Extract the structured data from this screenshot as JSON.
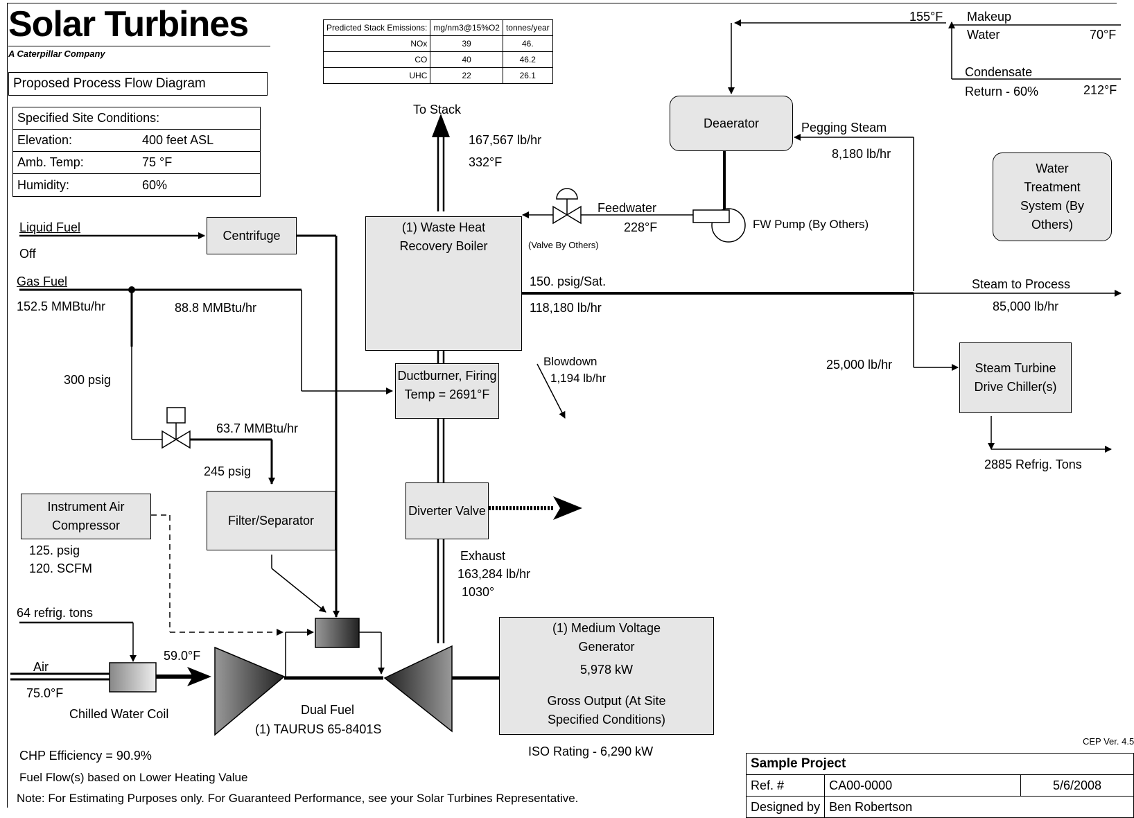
{
  "header": {
    "logo_main": "Solar Turbines",
    "logo_sub": "A Caterpillar Company",
    "diagram_title": "Proposed Process Flow Diagram"
  },
  "emissions": {
    "col1": "Predicted Stack Emissions:",
    "col2": "mg/nm3@15%O2",
    "col3": "tonnes/year",
    "rows": [
      {
        "pollutant": "NOx",
        "mg": "39",
        "tonnes": "46."
      },
      {
        "pollutant": "CO",
        "mg": "40",
        "tonnes": "46.2"
      },
      {
        "pollutant": "UHC",
        "mg": "22",
        "tonnes": "26.1"
      }
    ]
  },
  "site": {
    "title": "Specified Site Conditions:",
    "elevation_label": "Elevation:",
    "elevation_value": "400 feet ASL",
    "temp_label": "Amb. Temp:",
    "temp_value": "75 °F",
    "humidity_label": "Humidity:",
    "humidity_value": "60%"
  },
  "labels": {
    "to_stack": "To Stack",
    "stack_flow": "167,567 lb/hr",
    "stack_temp": "332°F",
    "makeup_temp": "155°F",
    "makeup": "Makeup",
    "water": "Water",
    "water_temp": "70°F",
    "condensate": "Condensate",
    "return": "Return - 60%",
    "return_temp": "212°F",
    "pegging_steam": "Pegging Steam",
    "pegging_flow": "8,180 lb/hr",
    "feedwater": "Feedwater",
    "feedwater_temp": "228°F",
    "valve_by_others": "(Valve By Others)",
    "fw_pump": "FW Pump (By Others)",
    "steam_cond": "150. psig/Sat.",
    "steam_flow": "118,180 lb/hr",
    "steam_to_process": "Steam to Process",
    "process_flow": "85,000 lb/hr",
    "blowdown": "Blowdown",
    "blowdown_flow": "1,194 lb/hr",
    "chiller_steam": "25,000 lb/hr",
    "refrig_tons": "2885 Refrig. Tons",
    "liquid_fuel": "Liquid Fuel",
    "liquid_status": "Off",
    "gas_fuel": "Gas Fuel",
    "gas_flow": "152.5 MMBtu/hr",
    "duct_fuel": "88.8 MMBtu/hr",
    "gas_pressure": "300 psig",
    "turbine_fuel": "63.7 MMBtu/hr",
    "fuel_pressure": "245 psig",
    "air_pressure": "125. psig",
    "air_flow": "120. SCFM",
    "coil_refrig": "64 refrig. tons",
    "air": "Air",
    "air_temp_in": "75.0°F",
    "air_temp_out": "59.0°F",
    "chilled_coil": "Chilled Water Coil",
    "dual_fuel": "Dual Fuel",
    "turbine_model": "(1) TAURUS 65-8401S",
    "exhaust": "Exhaust",
    "exhaust_flow": "163,284 lb/hr",
    "exhaust_temp": "1030°",
    "iso_rating": "ISO Rating - 6,290 kW",
    "chp_eff": "CHP Efficiency = 90.9%",
    "fuel_basis": "Fuel Flow(s) based on Lower Heating Value",
    "note": "Note:  For Estimating Purposes only.  For Guaranteed Performance, see your Solar Turbines Representative.",
    "version": "CEP Ver. 4.5"
  },
  "boxes": {
    "deaerator": "Deaerator",
    "water_treatment": "Water Treatment System (By Others)",
    "centrifuge": "Centrifuge",
    "hrsg": "(1) Waste Heat Recovery Boiler",
    "ductburner": "Ductburner, Firing Temp = 2691°F",
    "diverter": "Diverter Valve",
    "filter": "Filter/Separator",
    "air_comp": "Instrument Air Compressor",
    "gen_title": "(1) Medium Voltage Generator",
    "gen_kw": "5,978 kW",
    "gen_output": "Gross Output (At Site Specified Conditions)",
    "chiller": "Steam Turbine Drive Chiller(s)"
  },
  "project": {
    "name": "Sample Project",
    "ref_label": "Ref. #",
    "ref_value": "CA00-0000",
    "date": "5/6/2008",
    "designed_label": "Designed by",
    "designer": "Ben Robertson"
  }
}
